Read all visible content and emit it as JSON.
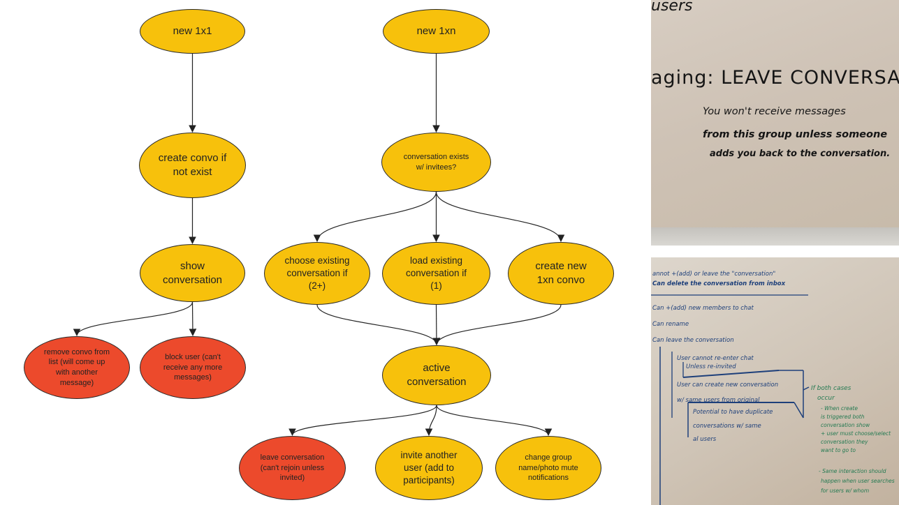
{
  "diagram": {
    "nodes": [
      {
        "id": "new-1x1",
        "lines": [
          "new 1x1"
        ]
      },
      {
        "id": "create-convo",
        "lines": [
          "create convo if",
          "not exist"
        ]
      },
      {
        "id": "show-conversation",
        "lines": [
          "show",
          "conversation"
        ]
      },
      {
        "id": "remove-convo",
        "lines": [
          "remove convo from",
          "list (will come up",
          "with another",
          "message)"
        ]
      },
      {
        "id": "block-user",
        "lines": [
          "block user (can't",
          "receive any more",
          "messages)"
        ]
      },
      {
        "id": "new-1xn",
        "lines": [
          "new 1xn"
        ]
      },
      {
        "id": "conversation-exists",
        "lines": [
          "conversation exists",
          "w/ invitees?"
        ]
      },
      {
        "id": "choose-existing",
        "lines": [
          "choose existing",
          "conversation if",
          "(2+)"
        ]
      },
      {
        "id": "load-existing",
        "lines": [
          "load existing",
          "conversation if",
          "(1)"
        ]
      },
      {
        "id": "create-new-1xn",
        "lines": [
          "create new",
          "1xn convo"
        ]
      },
      {
        "id": "active-conversation",
        "lines": [
          "active",
          "conversation"
        ]
      },
      {
        "id": "leave-conversation",
        "lines": [
          "leave conversation",
          "(can't rejoin unless",
          "invited)"
        ]
      },
      {
        "id": "invite-another-user",
        "lines": [
          "invite another",
          "user (add to",
          "participants)"
        ]
      },
      {
        "id": "change-group",
        "lines": [
          "change group",
          "name/photo mute",
          "notifications"
        ]
      }
    ],
    "edges": [
      [
        "new-1x1",
        "create-convo"
      ],
      [
        "create-convo",
        "show-conversation"
      ],
      [
        "show-conversation",
        "remove-convo"
      ],
      [
        "show-conversation",
        "block-user"
      ],
      [
        "new-1xn",
        "conversation-exists"
      ],
      [
        "conversation-exists",
        "choose-existing"
      ],
      [
        "conversation-exists",
        "load-existing"
      ],
      [
        "conversation-exists",
        "create-new-1xn"
      ],
      [
        "choose-existing",
        "active-conversation"
      ],
      [
        "load-existing",
        "active-conversation"
      ],
      [
        "create-new-1xn",
        "active-conversation"
      ],
      [
        "active-conversation",
        "leave-conversation"
      ],
      [
        "active-conversation",
        "invite-another-user"
      ],
      [
        "active-conversation",
        "change-group"
      ]
    ],
    "colors": {
      "yellow": "#f7c10c",
      "red": "#ec4a2c",
      "stroke": "#2a2a2a",
      "edge": "#222222"
    }
  },
  "whiteboard_top": {
    "lines": [
      "users",
      "aging: LEAVE CONVERSATION?",
      "You won't receive messages",
      "from this group unless someone",
      "adds you back to the conversation."
    ]
  },
  "whiteboard_bottom": {
    "lines": [
      "annot +(add) or leave the \"conversation\"",
      "Can delete the conversation from inbox",
      "Can  +(add) new members to chat",
      "Can  rename",
      "Can  leave the conversation",
      "User cannot re-enter chat",
      "Unless re-invited",
      "User can create new conversation",
      "w/ same users from original",
      "Potential to have duplicate",
      "conversations w/ same",
      "al users"
    ],
    "notes": [
      "If both cases",
      "occur",
      "- When create",
      "is triggered both",
      "conversation show",
      "+ user must choose/select",
      "conversation they",
      "want to go to",
      "- Same interaction should",
      "happen when user searches",
      "for users w/ whom"
    ]
  }
}
